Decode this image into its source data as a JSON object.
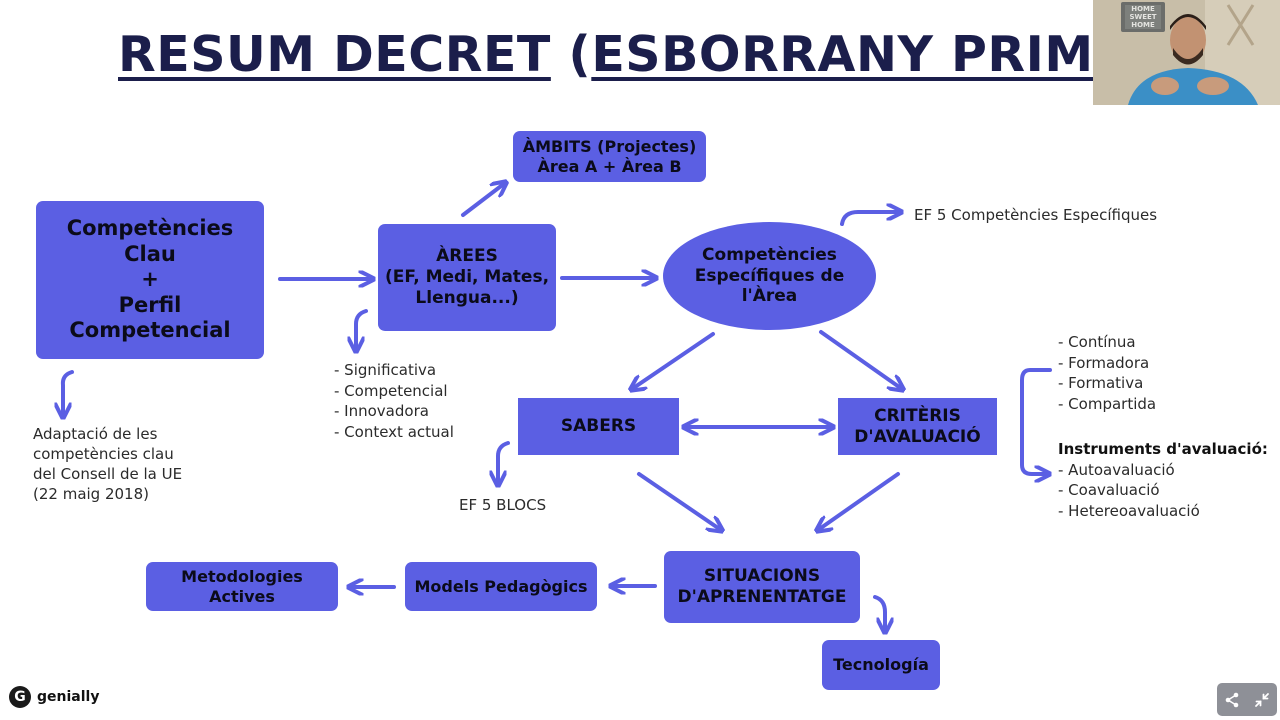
{
  "title": {
    "part1": "RESUM  DECRET",
    "part2": " (",
    "part3": "ESBORRANY PRIMÀR"
  },
  "boxes": {
    "competencies_clau": "Competències\nClau\n+\nPerfil\nCompetencial",
    "arees": "ÀREES\n(EF, Medi, Mates,\nLlengua...)",
    "ambits": "ÀMBITS (Projectes)\nÀrea A + Àrea B",
    "competencies_especifiques": "Competències\nEspecífiques de\nl'Àrea",
    "sabers": "SABERS",
    "criteris": "CRITÈRIS\nD'AVALUACIÓ",
    "situacions": "SITUACIONS\nD'APRENENTATGE",
    "models": "Models Pedagògics",
    "metodologies": "Metodologies Actives",
    "tecnologia": "Tecnología"
  },
  "notes": {
    "adaptacio": "Adaptació de les\ncompetències clau\ndel Consell de la UE\n(22 maig 2018)",
    "arees_items": [
      "- Significativa",
      "- Competencial",
      "- Innovadora",
      "- Context actual"
    ],
    "ef5_competencies": "EF 5 Competències Específiques",
    "ef5_blocs": "EF 5 BLOCS",
    "avaluacio_items": [
      "- Contínua",
      "- Formadora",
      "- Formativa",
      "- Compartida"
    ],
    "instruments_title": "Instruments d'avaluació:",
    "instruments_items": [
      "- Autoavaluació",
      "- Coavaluació",
      "- Hetereoavaluació"
    ]
  },
  "webcam_sign": [
    "HOME",
    "SWEET",
    "HOME"
  ],
  "brand": {
    "logo_letter": "G",
    "name": "genially"
  },
  "colors": {
    "box": "#5b5fe3",
    "arrow": "#5b5fe3",
    "title": "#1b1e4b"
  }
}
